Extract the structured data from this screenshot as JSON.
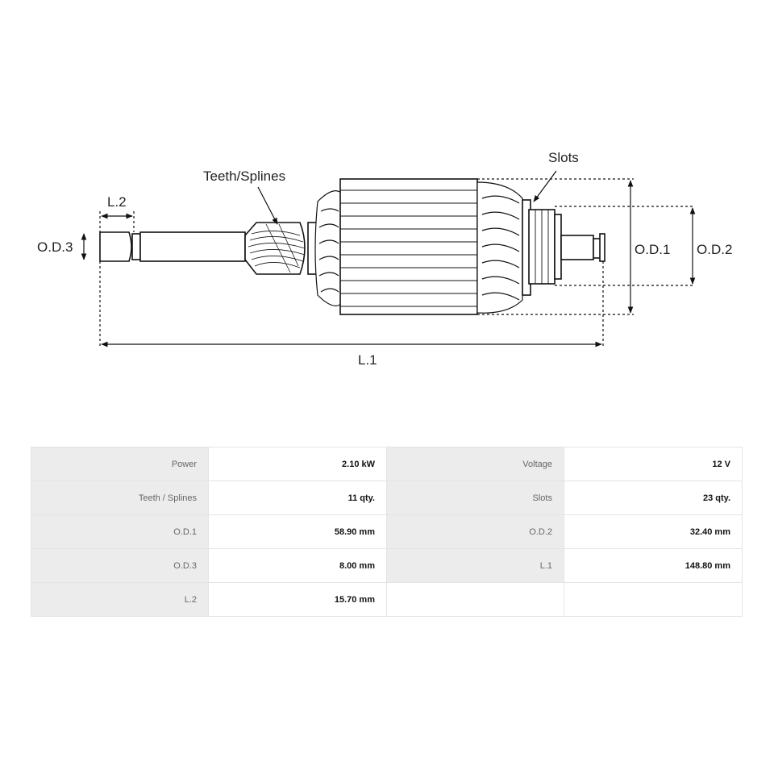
{
  "diagram": {
    "labels": {
      "teeth_splines": "Teeth/Splines",
      "slots": "Slots",
      "l2": "L.2",
      "od3": "O.D.3",
      "od1": "O.D.1",
      "od2": "O.D.2",
      "l1": "L.1"
    }
  },
  "specs": {
    "rows": [
      [
        {
          "label": "Power",
          "value": "2.10 kW"
        },
        {
          "label": "Voltage",
          "value": "12 V"
        }
      ],
      [
        {
          "label": "Teeth / Splines",
          "value": "11 qty."
        },
        {
          "label": "Slots",
          "value": "23 qty."
        }
      ],
      [
        {
          "label": "O.D.1",
          "value": "58.90 mm"
        },
        {
          "label": "O.D.2",
          "value": "32.40 mm"
        }
      ],
      [
        {
          "label": "O.D.3",
          "value": "8.00 mm"
        },
        {
          "label": "L.1",
          "value": "148.80 mm"
        }
      ],
      [
        {
          "label": "L.2",
          "value": "15.70 mm"
        },
        {
          "label": "",
          "value": ""
        }
      ]
    ]
  }
}
